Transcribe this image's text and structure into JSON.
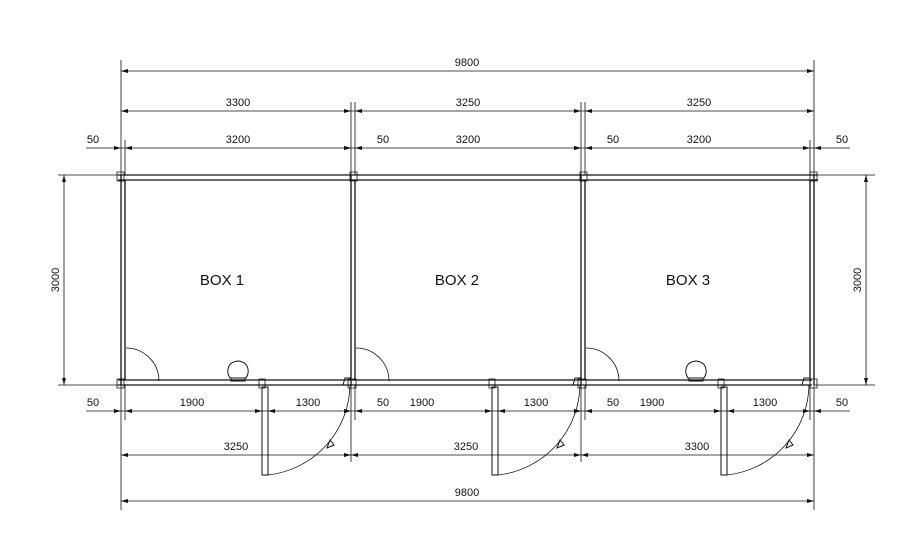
{
  "rooms": [
    {
      "label": "BOX 1"
    },
    {
      "label": "BOX 2"
    },
    {
      "label": "BOX 3"
    }
  ],
  "dimensions": {
    "top_total": "9800",
    "top_modules": [
      "3300",
      "3250",
      "3250"
    ],
    "top_inner": [
      "3200",
      "3200",
      "3200"
    ],
    "top_gaps": [
      "50",
      "50",
      "50",
      "50"
    ],
    "height_left": "3000",
    "height_right": "3000",
    "bottom_gaps": [
      "50",
      "50",
      "50",
      "50"
    ],
    "bottom_walls": [
      "1900",
      "1900",
      "1900"
    ],
    "bottom_doors": [
      "1300",
      "1300",
      "1300"
    ],
    "bottom_modules": [
      "3250",
      "3250",
      "3300"
    ],
    "bottom_total": "9800"
  },
  "symbols": {
    "door_swing": "door-swing-icon",
    "toilet": "toilet-icon",
    "arrow": "arrowhead"
  }
}
